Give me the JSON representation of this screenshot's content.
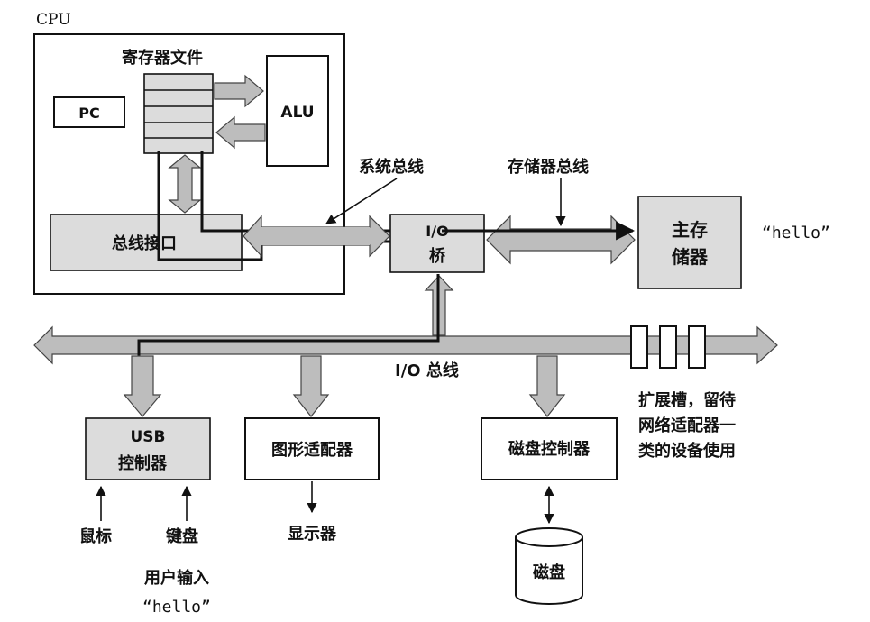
{
  "cpu": {
    "label": "CPU",
    "register_file": "寄存器文件",
    "pc": "PC",
    "alu": "ALU",
    "bus_interface": "总线接口"
  },
  "buses": {
    "system_bus": "系统总线",
    "memory_bus": "存储器总线",
    "io_bus": "I/O 总线"
  },
  "io_bridge": {
    "line1": "I/O",
    "line2": "桥"
  },
  "main_memory": {
    "line1": "主存",
    "line2": "储器",
    "content": "“hello”"
  },
  "usb_controller": {
    "line1": "USB",
    "line2": "控制器"
  },
  "graphics_adapter": {
    "label": "图形适配器"
  },
  "disk_controller": {
    "label": "磁盘控制器"
  },
  "expansion_slots": {
    "line1": "扩展槽，留待",
    "line2": "网络适配器一",
    "line3": "类的设备使用"
  },
  "devices": {
    "mouse": "鼠标",
    "keyboard": "键盘",
    "display": "显示器",
    "disk": "磁盘"
  },
  "user_input": {
    "line1": "用户输入",
    "line2": "“hello”"
  },
  "colors": {
    "bus_fill": "#bdbdbd",
    "box_fill": "#dcdcdc",
    "ink": "#111111"
  }
}
